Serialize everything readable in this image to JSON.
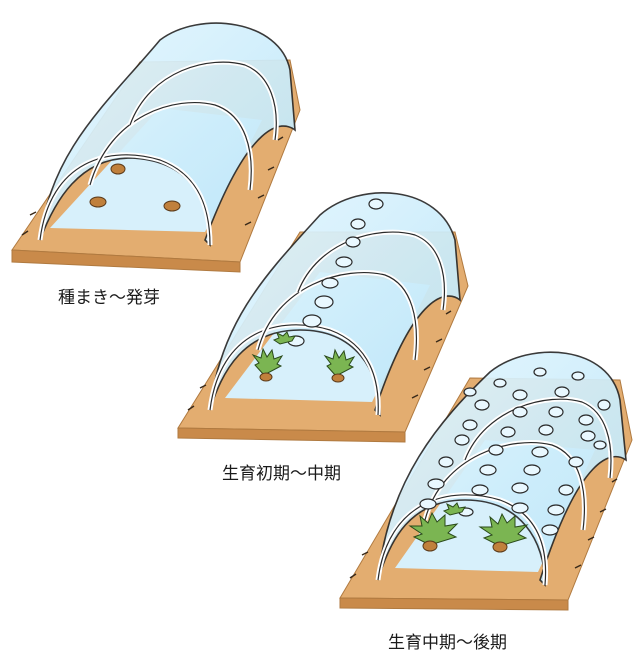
{
  "stages": [
    {
      "label": "種まき〜発芽",
      "vent_holes": 0,
      "plants": 0
    },
    {
      "label": "生育初期〜中期",
      "vent_holes": 8,
      "plants": 2
    },
    {
      "label": "生育中期〜後期",
      "vent_holes": 32,
      "plants": 2
    }
  ],
  "colors": {
    "soil": "#e0a86a",
    "soil_dark": "#c98a4a",
    "film": "#cdeefc",
    "film_edge": "#2a2a2a",
    "plant": "#6fa24a",
    "seed": "#c0803c"
  }
}
